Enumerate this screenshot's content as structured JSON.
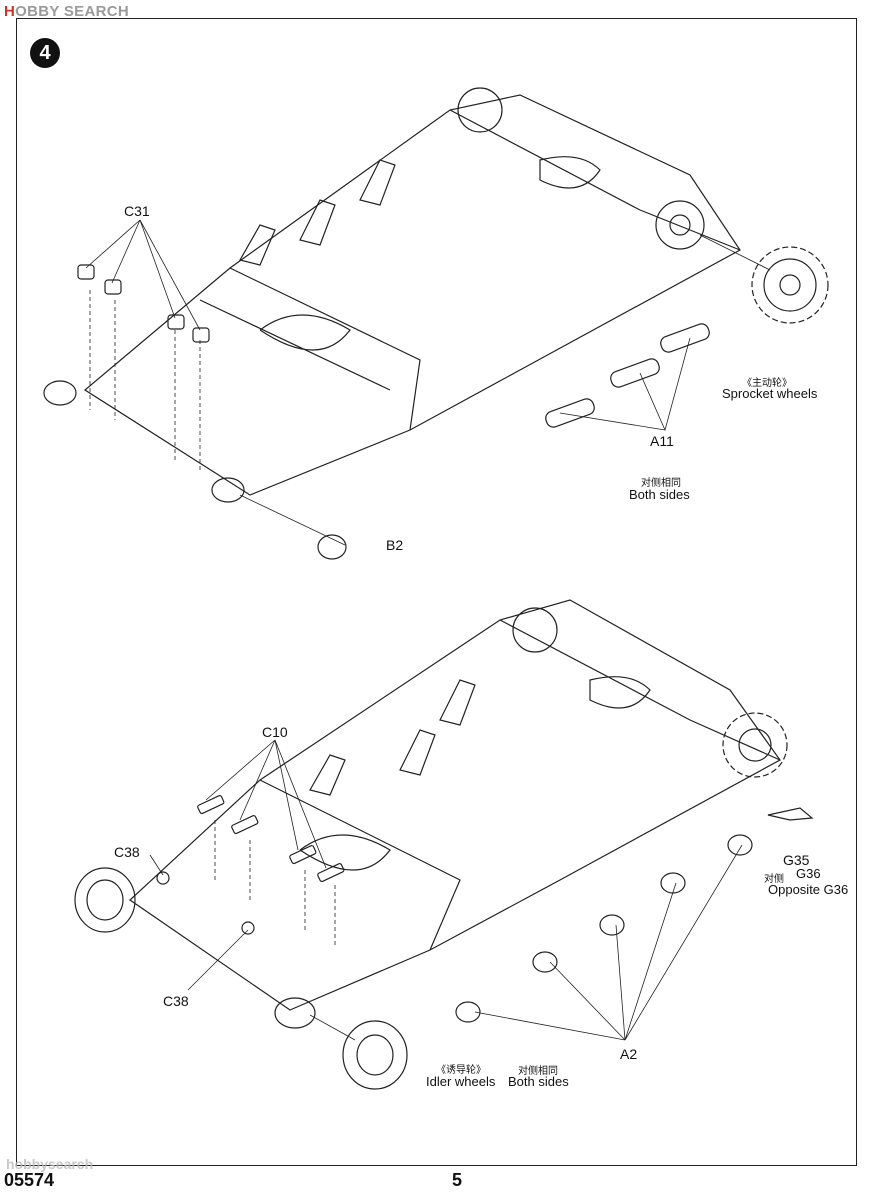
{
  "site_logo": {
    "hobby": "H",
    "rest": "OBBY SEARCH"
  },
  "step_number": "4",
  "upper": {
    "c31": "C31",
    "sprocket_cn": "《主动轮》",
    "sprocket_en": "Sprocket wheels",
    "a11": "A11",
    "both_cn": "对侧相同",
    "both_en": "Both sides",
    "b2": "B2"
  },
  "lower": {
    "c10": "C10",
    "c38_top": "C38",
    "c38_bottom": "C38",
    "g35": "G35",
    "opp_g36_cn": "对侧",
    "g36": "G36",
    "opp_g36_en": "Opposite  G36",
    "a2": "A2",
    "idler_cn": "《诱导轮》",
    "idler_en": "Idler wheels",
    "both_cn": "对侧相同",
    "both_en": "Both sides"
  },
  "footer": {
    "part_number": "05574",
    "page_number": "5"
  },
  "watermark": "hobbysearch"
}
